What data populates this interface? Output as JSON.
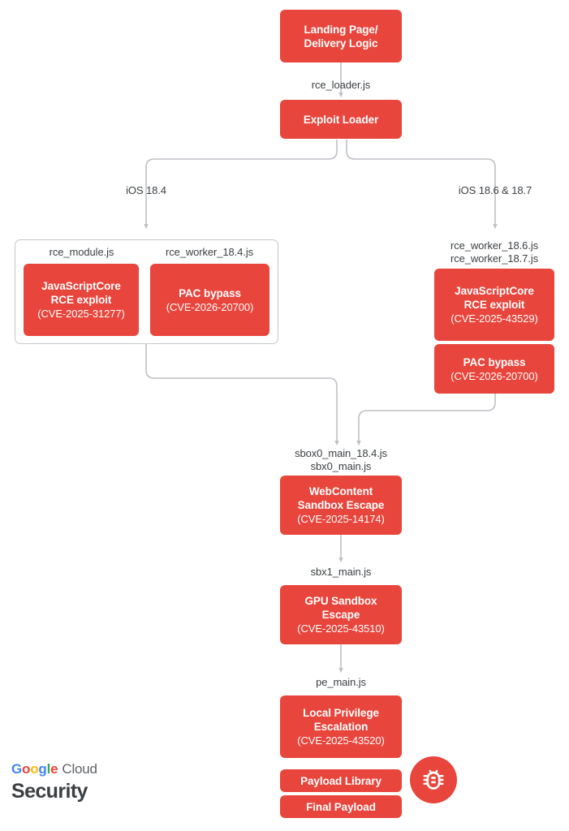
{
  "diagram": {
    "title_nodes": {
      "landing": {
        "line1": "Landing Page/",
        "line2": "Delivery Logic"
      },
      "exploit_loader": {
        "line1": "Exploit Loader"
      },
      "jsc_184": {
        "line1": "JavaScriptCore",
        "line2": "RCE exploit",
        "cve": "(CVE-2025-31277)"
      },
      "pac_184": {
        "line1": "PAC bypass",
        "cve": "(CVE-2026-20700)"
      },
      "jsc_186": {
        "line1": "JavaScriptCore",
        "line2": "RCE exploit",
        "cve": "(CVE-2025-43529)"
      },
      "pac_186": {
        "line1": "PAC bypass",
        "cve": "(CVE-2026-20700)"
      },
      "webcontent": {
        "line1": "WebContent",
        "line2": "Sandbox Escape",
        "cve": "(CVE-2025-14174)"
      },
      "gpu": {
        "line1": "GPU Sandbox",
        "line2": "Escape",
        "cve": "(CVE-2025-43510)"
      },
      "lpe": {
        "line1": "Local Privilege",
        "line2": "Escalation",
        "cve": "(CVE-2025-43520)"
      },
      "payload_library": {
        "line1": "Payload Library"
      },
      "final_payload": {
        "line1": "Final Payload"
      }
    },
    "edge_labels": {
      "rce_loader": "rce_loader.js",
      "ios_184": "iOS 18.4",
      "ios_186_187": "iOS 18.6 & 18.7",
      "rce_module": "rce_module.js",
      "rce_worker_184": "rce_worker_18.4.js",
      "rce_worker_186_187": "rce_worker_18.6.js\nrce_worker_18.7.js",
      "sbox0": "sbox0_main_18.4.js\nsbx0_main.js",
      "sbx1": "sbx1_main.js",
      "pe_main": "pe_main.js"
    },
    "colors": {
      "node_red": "#E8453C",
      "edge_gray": "#bdc1c6",
      "group_border": "#c5c8ca",
      "label_text": "#3c4043"
    },
    "icons": {
      "bug": "bug-icon"
    }
  },
  "logo": {
    "google": [
      "G",
      "o",
      "o",
      "g",
      "l",
      "e"
    ],
    "cloud": "Cloud",
    "product": "Security"
  }
}
